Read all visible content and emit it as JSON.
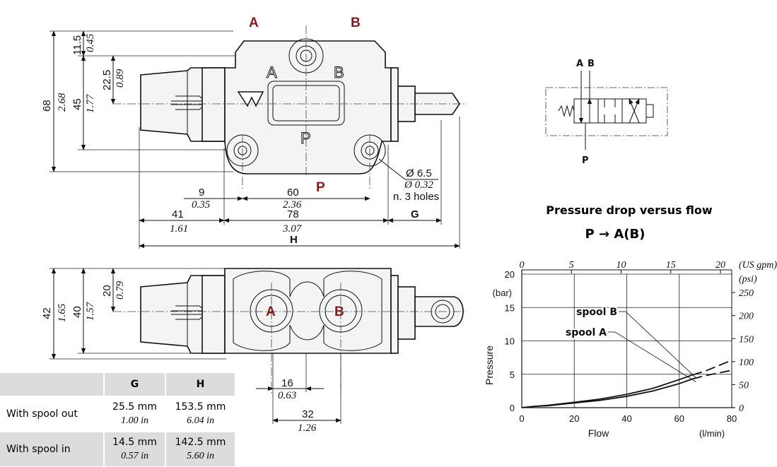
{
  "ports": {
    "a": "A",
    "b": "B",
    "p": "P"
  },
  "body_letters": {
    "a": "A",
    "b": "B",
    "p": "P"
  },
  "top_view": {
    "height_total": {
      "mm": "68",
      "in": "2.68"
    },
    "top_offset": {
      "mm": "11.5",
      "in": "0.45"
    },
    "axis_offset": {
      "mm": "22.5",
      "in": "0.89"
    },
    "port_pitch": {
      "mm": "45",
      "in": "1.77"
    },
    "hole_offset": {
      "mm": "9",
      "in": "0.35"
    },
    "hole_spacing": {
      "mm": "60",
      "in": "2.36"
    },
    "left_len": {
      "mm": "41",
      "in": "1.61"
    },
    "body_len": {
      "mm": "78",
      "in": "3.07"
    },
    "g_label": "G",
    "h_label": "H",
    "holes": {
      "dia_mm": "Ø 6.5",
      "dia_in": "Ø 0.32",
      "count": "n. 3 holes"
    }
  },
  "front_view": {
    "height_total": {
      "mm": "42",
      "in": "1.65"
    },
    "body_height": {
      "mm": "40",
      "in": "1.57"
    },
    "axis_height": {
      "mm": "20",
      "in": "0.79"
    },
    "inner_width": {
      "mm": "16",
      "in": "0.63"
    },
    "outer_width": {
      "mm": "32",
      "in": "1.26"
    }
  },
  "symbol": {
    "label_a": "A",
    "label_b": "B",
    "label_p": "P"
  },
  "table": {
    "headers": [
      "",
      "G",
      "H"
    ],
    "rows": [
      {
        "label": "With spool out",
        "g_mm": "25.5 mm",
        "g_in": "1.00 in",
        "h_mm": "153.5 mm",
        "h_in": "6.04 in"
      },
      {
        "label": "With spool in",
        "g_mm": "14.5 mm",
        "g_in": "0.57 in",
        "h_mm": "142.5 mm",
        "h_in": "5.60 in"
      }
    ]
  },
  "graph": {
    "title": "Pressure drop versus flow",
    "subtitle": "P → A(B)"
  },
  "chart_data": {
    "type": "line",
    "title": "Pressure drop versus flow",
    "subtitle": "P → A(B)",
    "xlabel": "Flow",
    "x_unit": "(l/min)",
    "ylabel": "Pressure",
    "y_unit": "(bar)",
    "xlim": [
      0,
      80
    ],
    "ylim": [
      0,
      20
    ],
    "x_ticks": [
      "0",
      "20",
      "40",
      "60",
      "80"
    ],
    "y_ticks": [
      "0",
      "5",
      "10",
      "15",
      "20"
    ],
    "x2_unit": "(US gpm)",
    "x2_ticks": [
      {
        "v": 0,
        "label": "0"
      },
      {
        "v": 5,
        "label": "5"
      },
      {
        "v": 10,
        "label": "10"
      },
      {
        "v": 15,
        "label": "15"
      },
      {
        "v": 20,
        "label": "20"
      }
    ],
    "y2_unit": "(psi)",
    "y2_ticks": [
      {
        "v": 0,
        "label": "0"
      },
      {
        "v": 50,
        "label": "50"
      },
      {
        "v": 100,
        "label": "100"
      },
      {
        "v": 150,
        "label": "150"
      },
      {
        "v": 200,
        "label": "200"
      },
      {
        "v": 250,
        "label": "250"
      }
    ],
    "grid": true,
    "series": [
      {
        "name": "spool B",
        "x": [
          0,
          5,
          10,
          20,
          30,
          40,
          50,
          60,
          65
        ],
        "y": [
          0,
          0.2,
          0.35,
          0.8,
          1.3,
          2.0,
          2.9,
          4.2,
          4.9
        ],
        "dashed_x": [
          65,
          70,
          80
        ],
        "dashed_y": [
          4.9,
          5.5,
          7.1
        ]
      },
      {
        "name": "spool A",
        "x": [
          0,
          5,
          10,
          20,
          30,
          40,
          50,
          60,
          65
        ],
        "y": [
          0,
          0.2,
          0.3,
          0.7,
          1.1,
          1.7,
          2.5,
          3.6,
          4.3
        ],
        "dashed_x": [
          65,
          70,
          80
        ],
        "dashed_y": [
          4.3,
          4.8,
          5.6
        ]
      }
    ]
  }
}
